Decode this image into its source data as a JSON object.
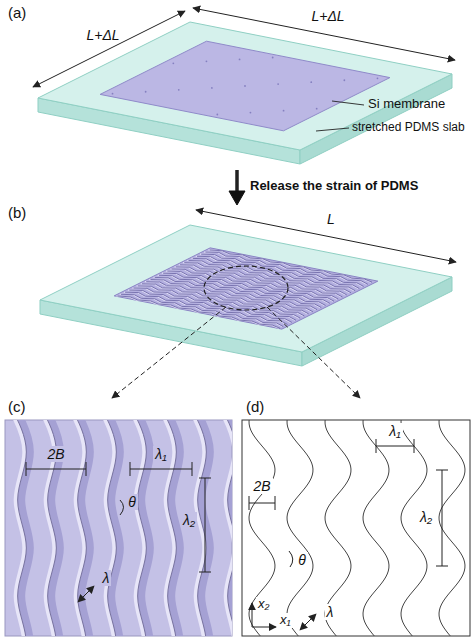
{
  "diagram": {
    "labels": [
      "(a)",
      "L+ΔL",
      "L+ΔL",
      "Si membrane",
      "stretched PDMS slab",
      "Release the strain of PDMS",
      "(b)",
      "L",
      "(c)",
      "(d)",
      "2B",
      "λ₁",
      "θ",
      "λ₂",
      "λ",
      "λ₁",
      "2B",
      "λ₂",
      "θ",
      "x₂",
      "x₁",
      "λ"
    ]
  }
}
